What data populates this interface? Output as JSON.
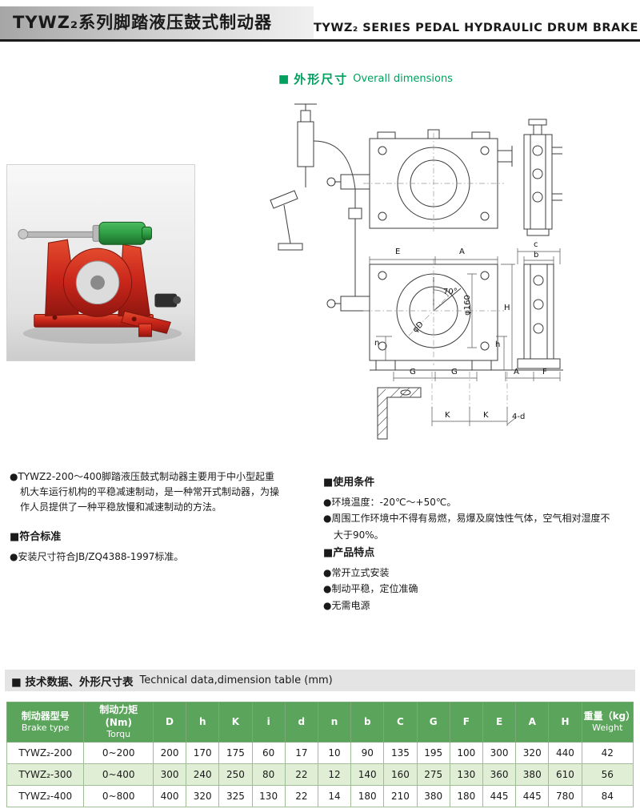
{
  "colors": {
    "accent_green": "#00A05E",
    "header_bar_dark": "#1b1b1b",
    "table_header_bg": "#5BA45B",
    "table_row_alt": "#E0EED6",
    "section_bar_bg": "#E4E4E4",
    "photo_red": "#C9251A",
    "photo_red_dark": "#8F1710",
    "photo_green": "#2E9E44"
  },
  "header": {
    "title_cn": "TYWZ₂系列脚踏液压鼓式制动器",
    "title_en": "TYWZ₂ SERIES PEDAL HYDRAULIC DRUM BRAKE"
  },
  "dims_section": {
    "marker": "■",
    "title_cn": "外形尺寸",
    "title_en": "Overall dimensions"
  },
  "intro": {
    "text": "●TYWZ2-200～400脚踏液压鼓式制动器主要用于中小型起重机大车运行机构的平稳减速制动，是一种常开式制动器，为操作人员提供了一种平稳放慢和减速制动的方法。"
  },
  "standards": {
    "title": "■符合标准",
    "items": [
      "●安装尺寸符合JB/ZQ4388-1997标准。"
    ]
  },
  "conditions": {
    "title": "■使用条件",
    "items": [
      "●环境温度：-20℃～+50℃。",
      "●周围工作环境中不得有易燃，易爆及腐蚀性气体，空气相对湿度不大于90%。"
    ]
  },
  "features": {
    "title": "■产品特点",
    "items": [
      "●常开立式安装",
      "●制动平稳，定位准确",
      "●无需电源"
    ]
  },
  "drawing": {
    "labels": {
      "E": "E",
      "A_top": "A",
      "c": "c",
      "b": "b",
      "H": "H",
      "phi160": "φ160",
      "h": "h",
      "n": "n",
      "G1": "G",
      "G2": "G",
      "A_bot": "A",
      "F": "F",
      "K1": "K",
      "K2": "K",
      "four_d": "4-d",
      "deg70": "70°",
      "phiD": "φD"
    }
  },
  "table_section": {
    "title_cn": "■ 技术数据、外形尺寸表",
    "title_en": "Technical data,dimension table (mm)"
  },
  "table": {
    "columns": [
      {
        "cn": "制动器型号",
        "en": "Brake type"
      },
      {
        "cn": "制动力矩(Nm)",
        "en": "Torqu"
      },
      {
        "label": "D"
      },
      {
        "label": "h"
      },
      {
        "label": "K"
      },
      {
        "label": "i"
      },
      {
        "label": "d"
      },
      {
        "label": "n"
      },
      {
        "label": "b"
      },
      {
        "label": "C"
      },
      {
        "label": "G"
      },
      {
        "label": "F"
      },
      {
        "label": "E"
      },
      {
        "label": "A"
      },
      {
        "label": "H"
      },
      {
        "cn": "重量（kg）",
        "en": "Weight"
      }
    ],
    "rows": [
      [
        "TYWZ₂-200",
        "0~200",
        "200",
        "170",
        "175",
        "60",
        "17",
        "10",
        "90",
        "135",
        "195",
        "100",
        "300",
        "320",
        "440",
        "42"
      ],
      [
        "TYWZ₂-300",
        "0~400",
        "300",
        "240",
        "250",
        "80",
        "22",
        "12",
        "140",
        "160",
        "275",
        "130",
        "360",
        "380",
        "610",
        "56"
      ],
      [
        "TYWZ₂-400",
        "0~800",
        "400",
        "320",
        "325",
        "130",
        "22",
        "14",
        "180",
        "210",
        "380",
        "180",
        "445",
        "445",
        "780",
        "84"
      ]
    ]
  }
}
